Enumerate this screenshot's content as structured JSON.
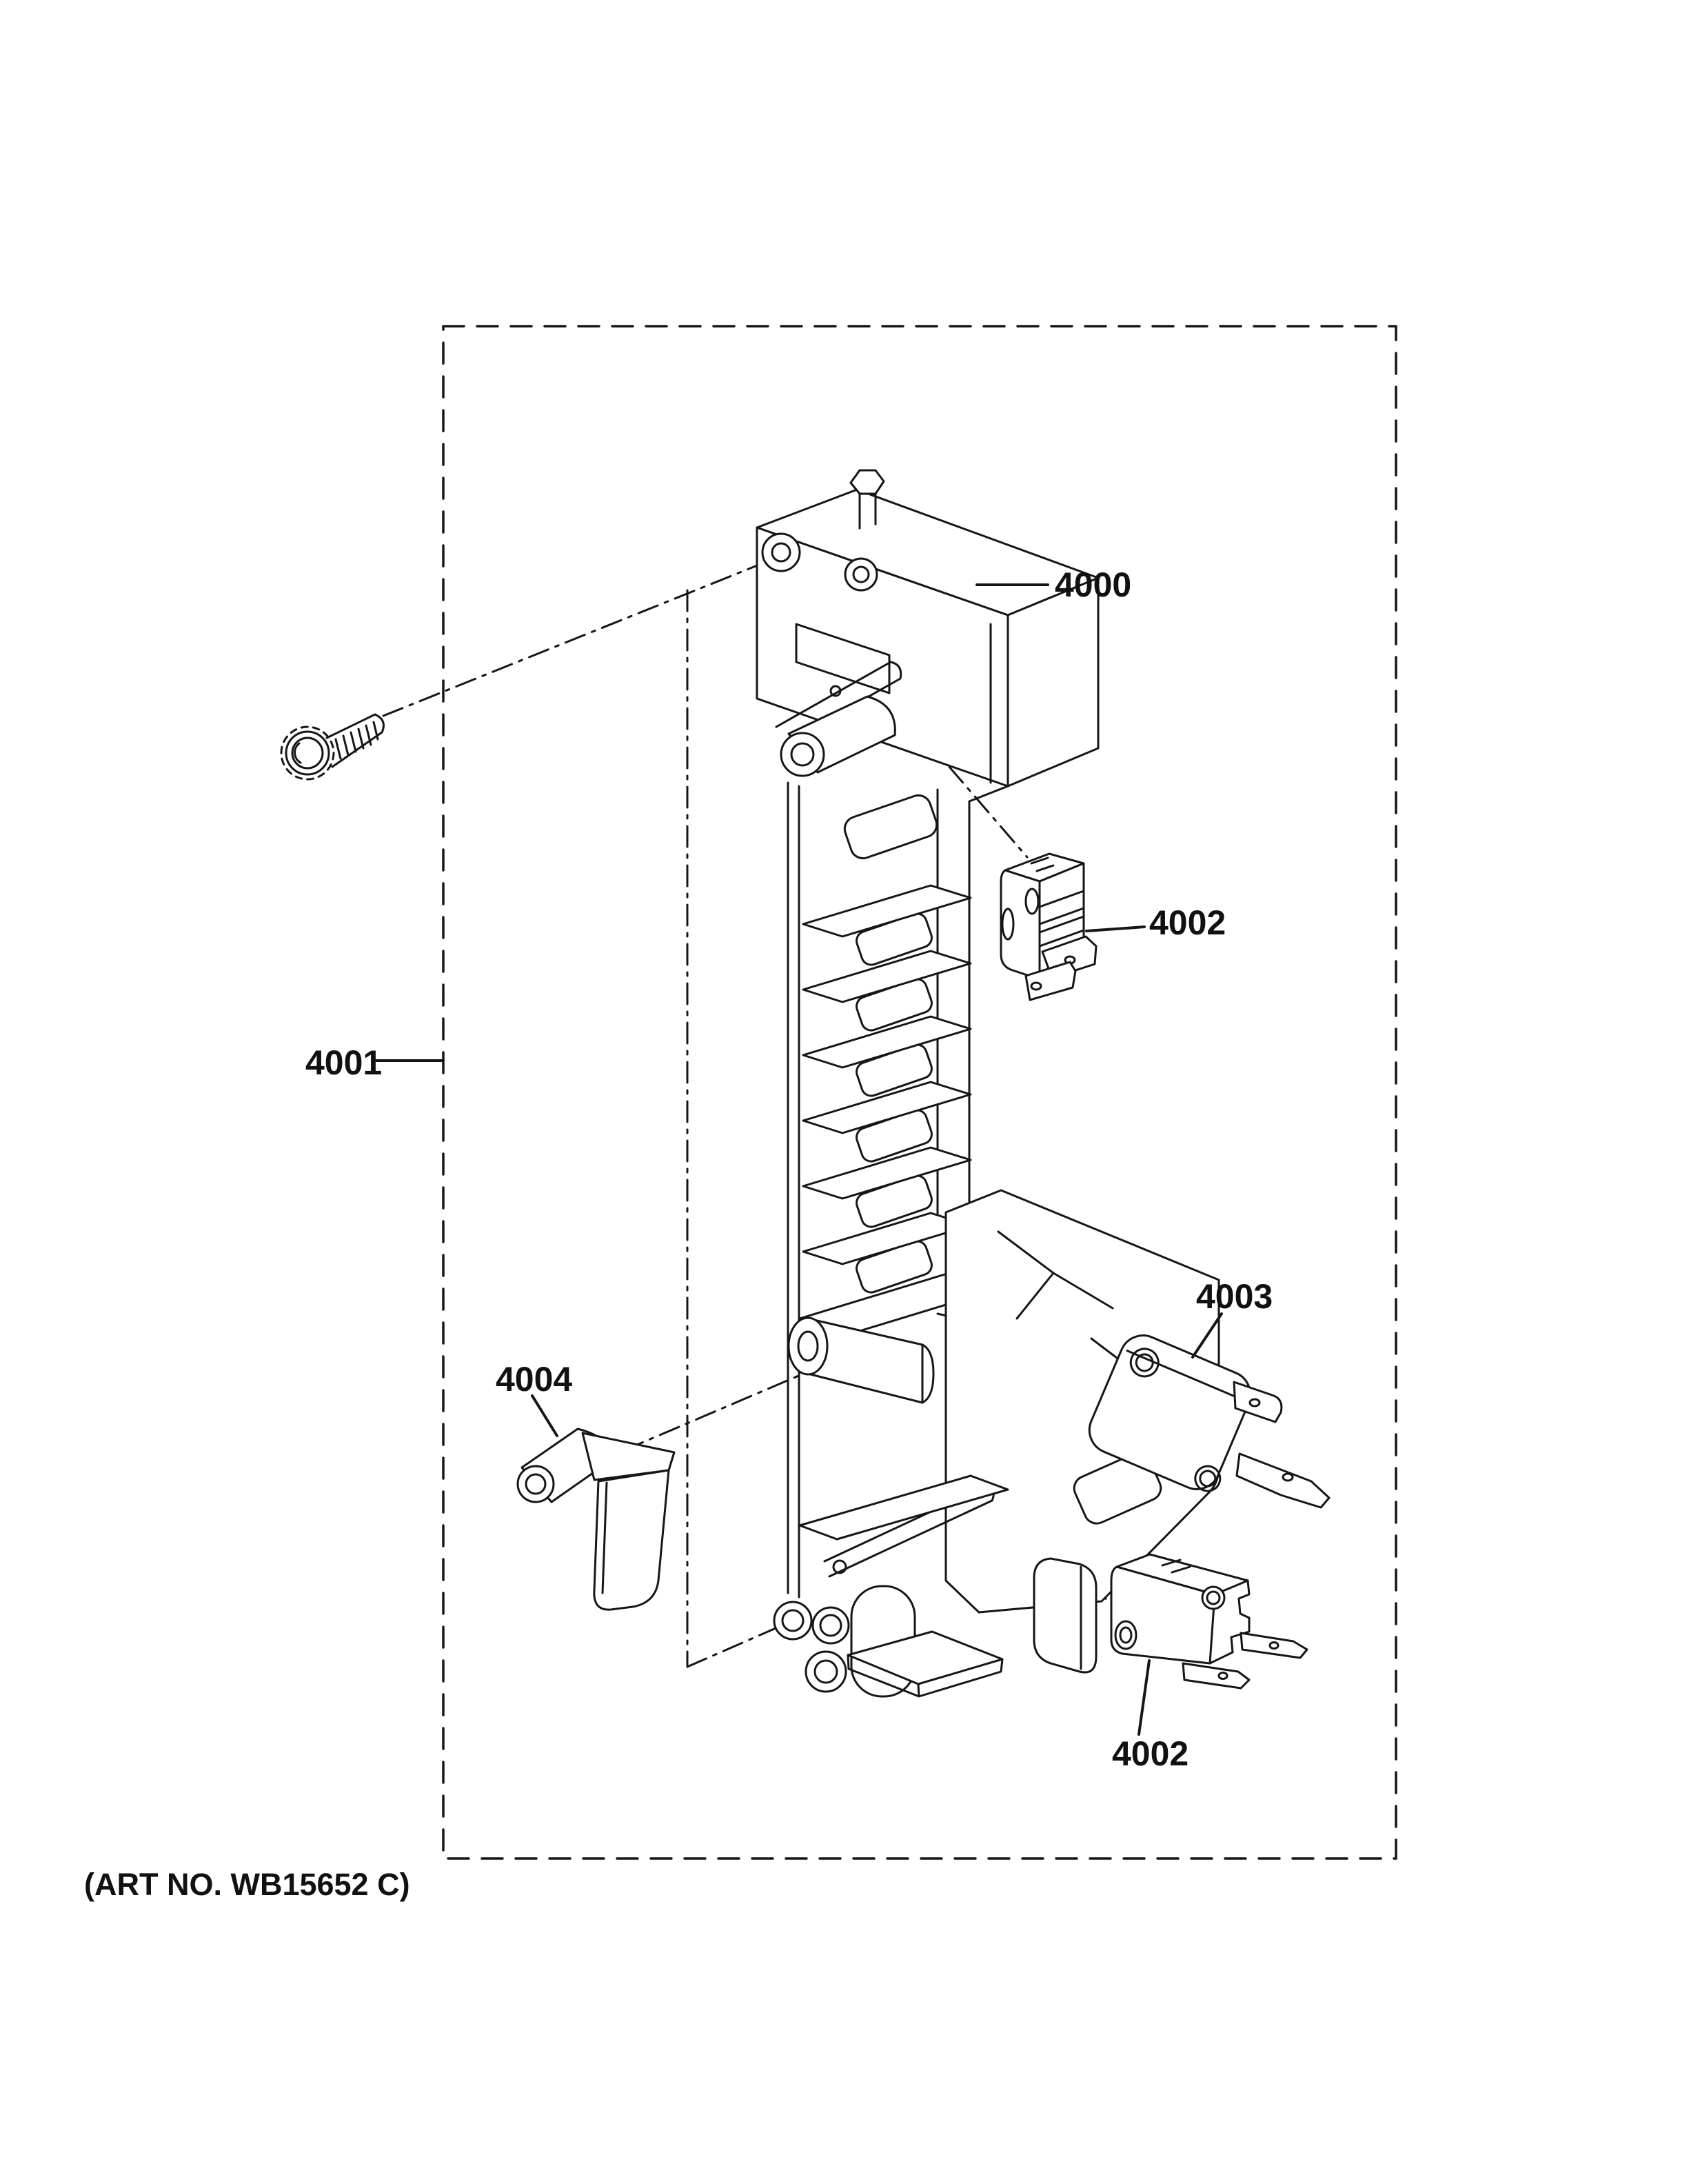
{
  "callouts": {
    "latch_body": "4000",
    "latch_assembly": "4001",
    "interlock_switch_upper": "4002",
    "monitor_switch": "4003",
    "latch_lever": "4004",
    "interlock_switch_lower": "4002"
  },
  "footer": {
    "art_no": "(ART NO. WB15652 C)"
  },
  "colors": {
    "ink": "#161616",
    "background": "#ffffff"
  }
}
